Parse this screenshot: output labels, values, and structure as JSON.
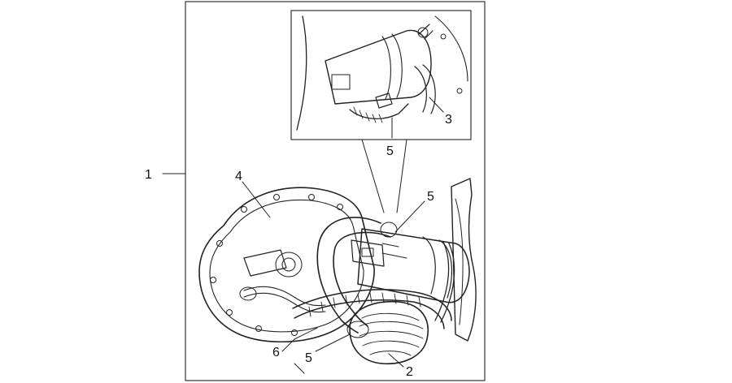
{
  "diagram": {
    "callouts": {
      "c1": "1",
      "c2": "2",
      "c3": "3",
      "c4": "4",
      "c5_inset": "5",
      "c5_right": "5",
      "c5_bottom": "5",
      "c6": "6"
    }
  }
}
